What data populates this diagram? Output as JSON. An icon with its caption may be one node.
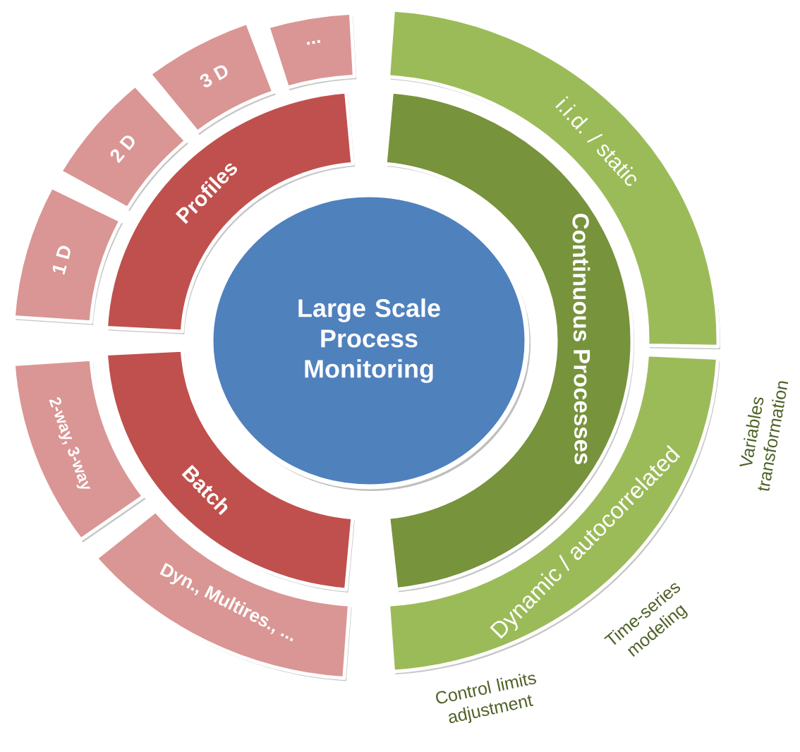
{
  "diagram": {
    "nodes": [
      {
        "text": [
          "Large Scale Process Monitoring"
        ]
      },
      {
        "text": [
          "Profiles"
        ]
      },
      {
        "text": [
          "Batch"
        ]
      },
      {
        "text": [
          "Continuous Processes"
        ]
      },
      {
        "text": [
          "1 D"
        ]
      },
      {
        "text": [
          "2 D"
        ]
      },
      {
        "text": [
          "3 D"
        ]
      },
      {
        "text": [
          "..."
        ]
      },
      {
        "text": [
          "2-way, 3-way"
        ]
      },
      {
        "text": [
          "Dyn., Multires., ..."
        ]
      },
      {
        "text": [
          "i.i.d. / static"
        ]
      },
      {
        "text": [
          "Dynamic / autocorrelated"
        ],
        "beside": [
          "Variables transformation",
          "Time-series modeling",
          "Control limits adjustment"
        ]
      }
    ]
  }
}
